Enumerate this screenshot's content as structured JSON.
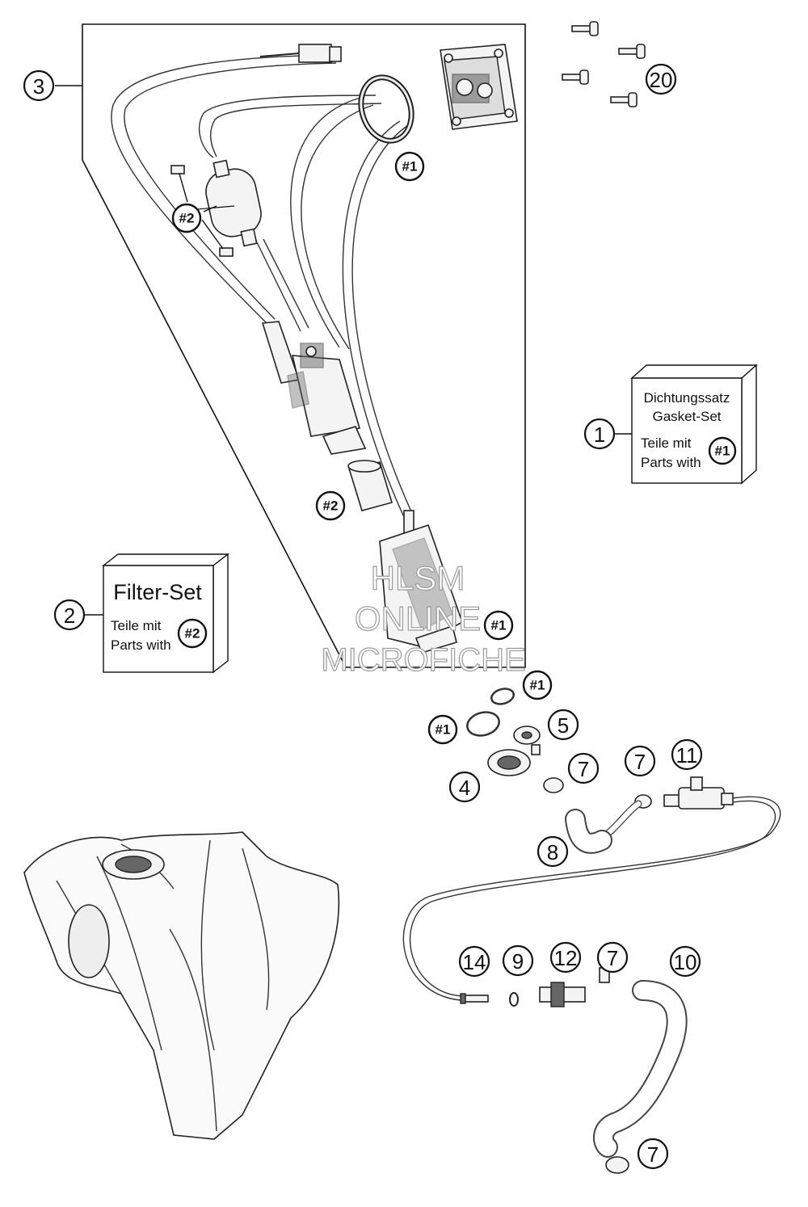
{
  "callouts": {
    "c1": "1",
    "c2": "2",
    "c3": "3",
    "c4": "4",
    "c5": "5",
    "c7a": "7",
    "c7b": "7",
    "c7c": "7",
    "c7d": "7",
    "c8": "8",
    "c9": "9",
    "c10": "10",
    "c11": "11",
    "c12": "12",
    "c14": "14",
    "c20": "20"
  },
  "refs": {
    "r1_gasket": "#1",
    "r2_filter_top": "#2",
    "r2_filter_mid": "#2",
    "r1_pump": "#1",
    "r1_ring_small": "#1",
    "r1_ring_large": "#1"
  },
  "kit_gasket": {
    "title_de": "Dichtungssatz",
    "title_en": "Gasket-Set",
    "line1": "Teile mit",
    "line2": "Parts with",
    "ref": "#1"
  },
  "kit_filter": {
    "title": "Filter-Set",
    "line1": "Teile mit",
    "line2": "Parts with",
    "ref": "#2"
  },
  "watermark": {
    "line1": "HLSM",
    "line2": "ONLINE",
    "line3": "MICROFICHE"
  }
}
